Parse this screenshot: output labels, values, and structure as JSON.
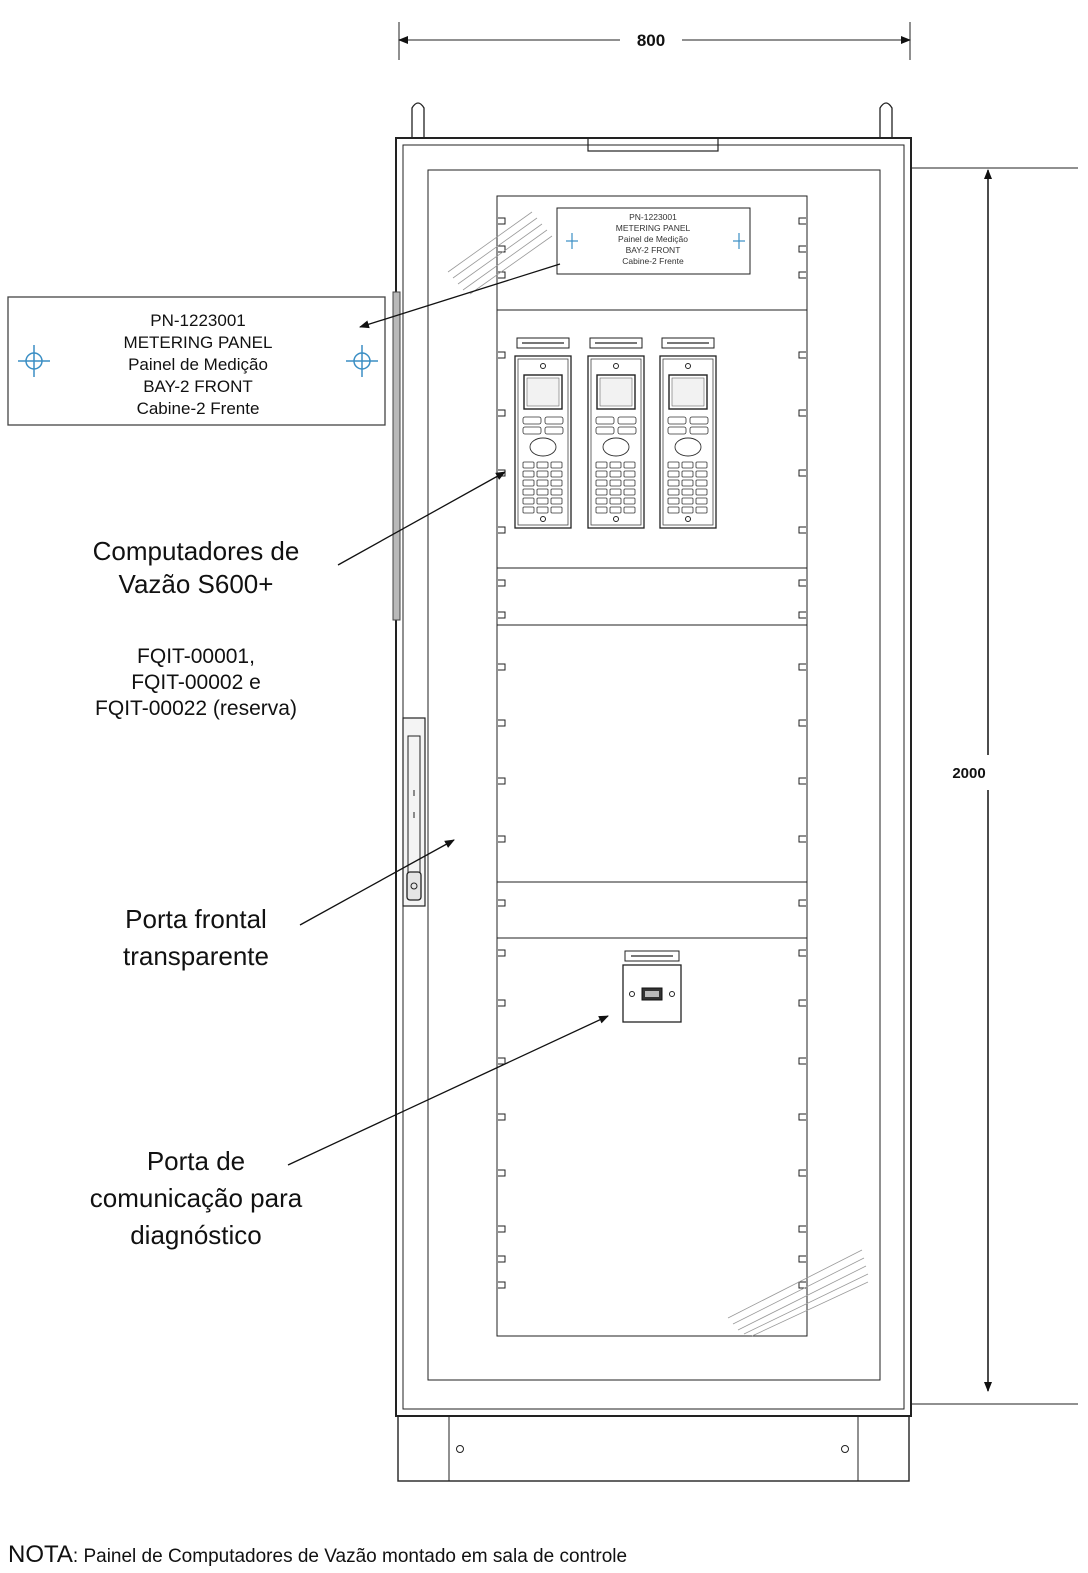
{
  "dimensions": {
    "width": "800",
    "height": "2000"
  },
  "nameplate": {
    "lines": [
      "PN-1223001",
      "METERING PANEL",
      "Painel de Medição",
      "BAY-2  FRONT",
      "Cabine-2 Frente"
    ]
  },
  "annotations": {
    "flow_computers": [
      "Computadores de",
      "Vazão S600+"
    ],
    "tags": [
      "FQIT-00001,",
      "FQIT-00002 e",
      "FQIT-00022 (reserva)"
    ],
    "front_door": [
      "Porta frontal",
      "transparente"
    ],
    "diag_port": [
      "Porta de",
      "comunicação para",
      "diagnóstico"
    ]
  },
  "note": {
    "prefix": "NOTA",
    "text": ": Painel de Computadores de Vazão montado em sala de controle"
  },
  "colors": {
    "line": "#222222",
    "accent_cross": "#3a8ec4",
    "hatch": "#9a9a9a"
  }
}
